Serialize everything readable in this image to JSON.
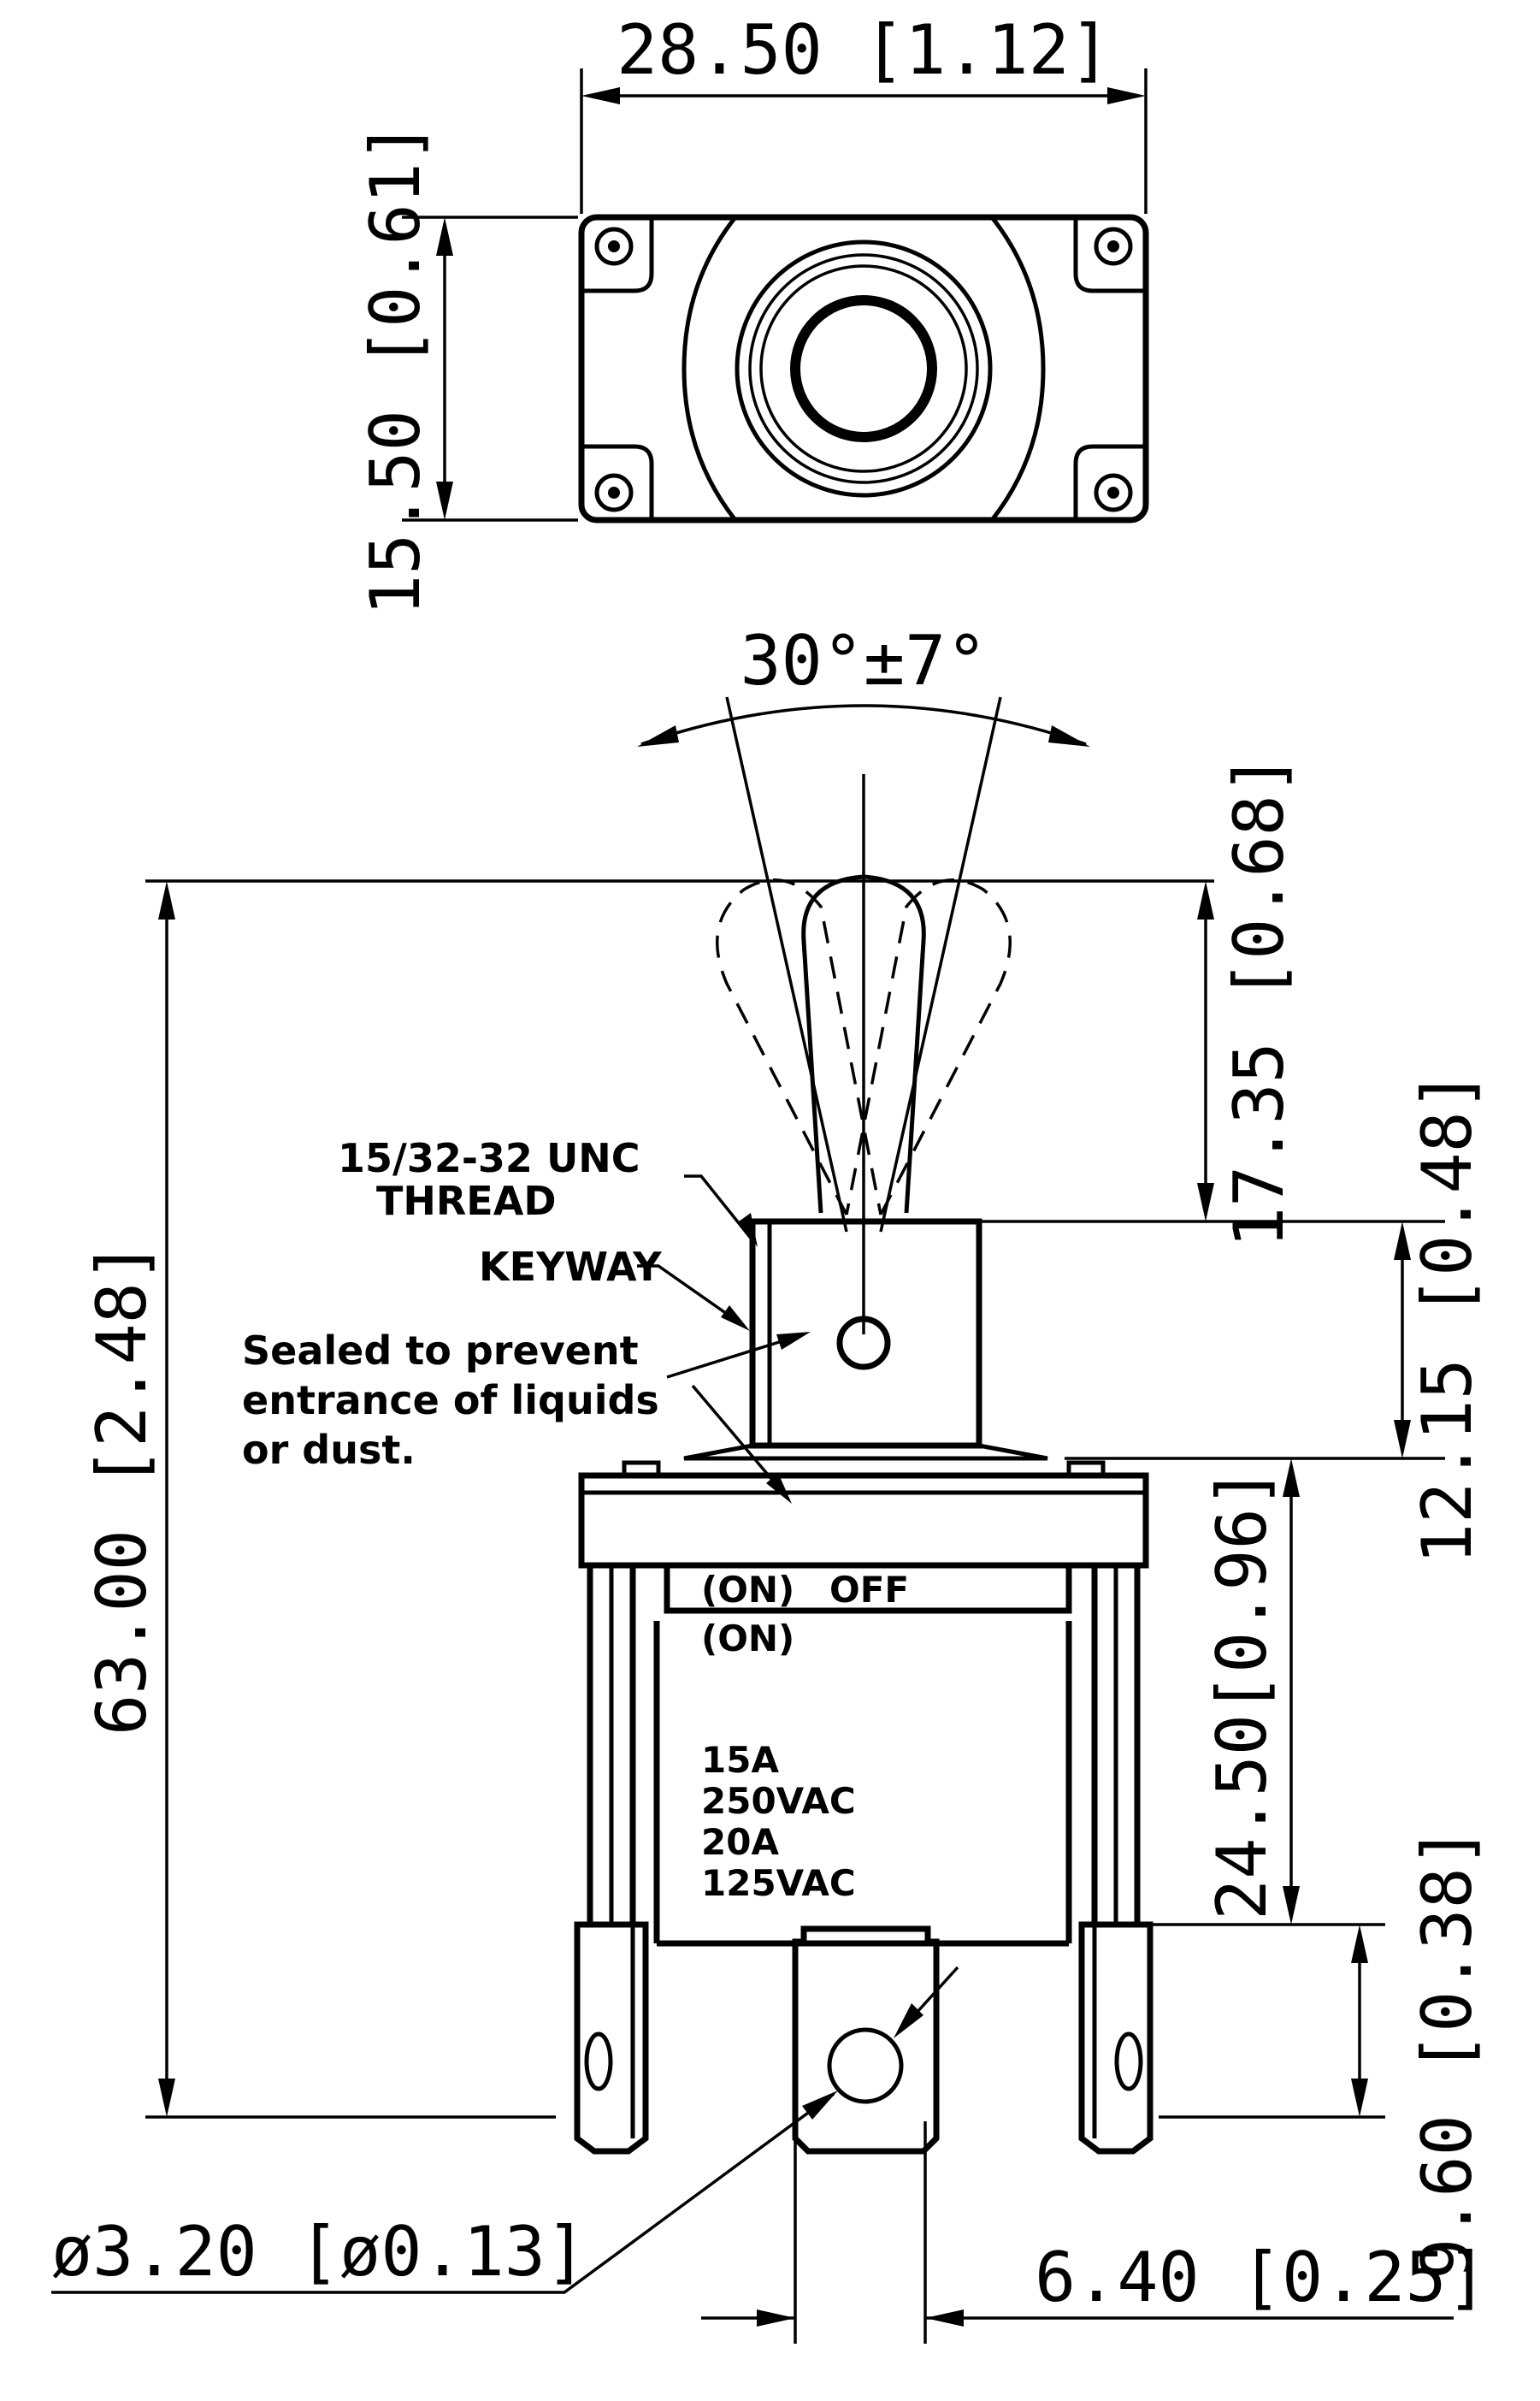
{
  "dimensions": {
    "top_width": "28.50 [1.12]",
    "top_height": "15.50 [0.61]",
    "toggle_angle": "30°±7°",
    "lever_height": "17.35 [0.68]",
    "bushing_height": "12.15 [0.48]",
    "overall_height": "63.00 [2.48]",
    "body_height": "24.50[0.96]",
    "terminal_height": "9.60 [0.38]",
    "hole_diameter": "ø3.20 [ø0.13]",
    "terminal_width": "6.40 [0.25]"
  },
  "callouts": {
    "thread_line1": "15/32-32 UNC",
    "thread_line2": "THREAD",
    "keyway": "KEYWAY",
    "sealed_line1": "Sealed to prevent",
    "sealed_line2": "entrance of liquids",
    "sealed_line3": "or dust."
  },
  "markings": {
    "position_1": "(ON)",
    "position_2": "OFF",
    "position_3": "(ON)",
    "rating_1": "15A",
    "rating_2": "250VAC",
    "rating_3": "20A",
    "rating_4": "125VAC"
  }
}
